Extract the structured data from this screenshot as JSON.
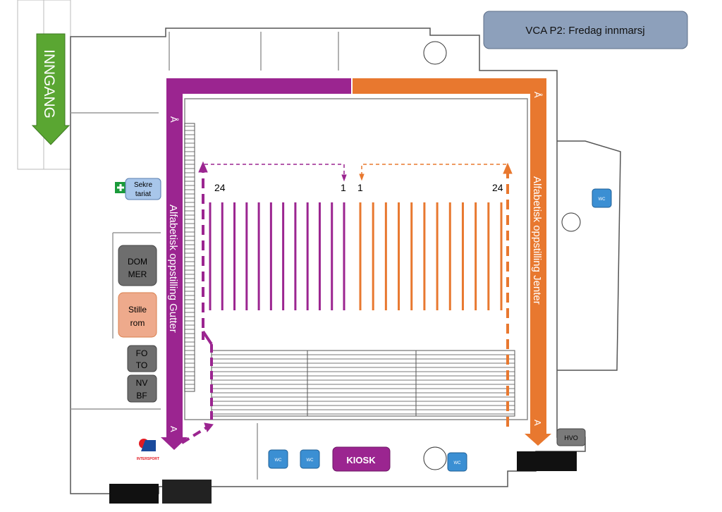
{
  "title": "VCA P2: Fredag innmarsj",
  "entrance": "INNGANG",
  "rooms": {
    "sekretariat": [
      "Sekre",
      "tariat"
    ],
    "dommer": [
      "DOM",
      "MER"
    ],
    "stillerom": [
      "Stille",
      "rom"
    ],
    "foto": [
      "FO",
      "TO"
    ],
    "nvbf": [
      "NV",
      "BF"
    ],
    "kiosk": "KIOSK",
    "hvo": "HVO",
    "wc": "WC",
    "sponsor": "INTERSPORT"
  },
  "lanes": {
    "boys_label": "Alfabetisk oppstilling  Gutter",
    "girls_label": "Alfabetisk oppstilling Jenter",
    "start_letter": "A",
    "end_letter": "Å",
    "boys_first": "1",
    "boys_last": "24",
    "girls_first": "1",
    "girls_last": "24",
    "line_count": 12
  },
  "colors": {
    "boys": "#9b2590",
    "girls": "#e8782f",
    "entrance": "#5aa632",
    "title_box": "#8da0bb",
    "wc": "#3b8fd3",
    "dark_room": "#6e6e6e",
    "quiet_room": "#eeaa8c",
    "secretariat": "#a8c6ea"
  }
}
